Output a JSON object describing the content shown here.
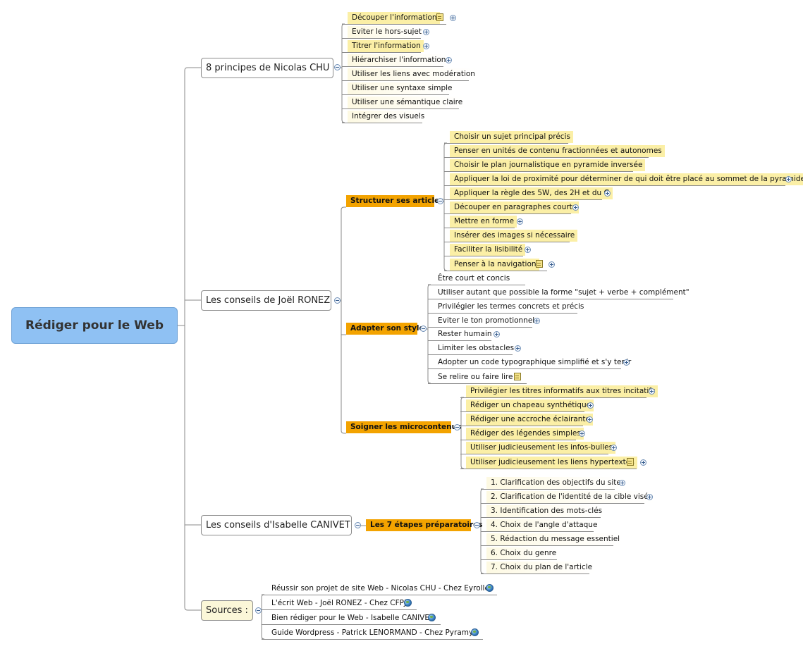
{
  "central": "Rédiger pour le Web",
  "branches": {
    "chu": {
      "label": "8 principes de Nicolas CHU",
      "items": [
        "Découper l'information",
        "Eviter le hors-sujet",
        "Titrer l'information",
        "Hiérarchiser l'information",
        "Utiliser les liens avec modération",
        "Utiliser une syntaxe simple",
        "Utiliser une sémantique claire",
        "Intégrer des visuels"
      ]
    },
    "ronez": {
      "label": "Les conseils de Joël RONEZ",
      "structurer": {
        "label": "Structurer ses articles",
        "items": [
          "Choisir un sujet principal précis",
          "Penser en unités de contenu fractionnées et autonomes",
          "Choisir le plan journalistique en pyramide inversée",
          "Appliquer la loi de proximité pour déterminer de qui doit être placé au sommet de la pyramide",
          "Appliquer la règle des 5W, des 2H et du G",
          "Découper en paragraphes courts",
          "Mettre en forme",
          "Insérer des images si nécessaire",
          "Faciliter la lisibilité",
          "Penser à la navigation"
        ]
      },
      "style": {
        "label": "Adapter son style",
        "items": [
          "Être court et concis",
          "Utiliser autant que possible la forme \"sujet + verbe + complément\"",
          "Privilégier les termes concrets et précis",
          "Eviter le ton promotionnel",
          "Rester humain",
          "Limiter les obstacles",
          "Adopter un code typographique simplifié et s'y tenir",
          "Se relire ou faire lire"
        ]
      },
      "micro": {
        "label": "Soigner les microcontenus",
        "items": [
          "Privilégier les titres informatifs aux titres incitatifs",
          "Rédiger un chapeau synthétique",
          "Rédiger une accroche éclairante",
          "Rédiger des légendes simples",
          "Utiliser judicieusement les infos-bulles",
          "Utiliser judicieusement les liens hypertextes"
        ]
      }
    },
    "canivet": {
      "label": "Les conseils d'Isabelle CANIVET",
      "etapes": {
        "label": "Les 7 étapes préparatoires",
        "items": [
          "1. Clarification des objectifs du site",
          "2. Clarification de l'identité de la cible visée",
          "3. Identification des mots-clés",
          "4. Choix de l'angle d'attaque",
          "5. Rédaction du message essentiel",
          "6. Choix du genre",
          "7. Choix du plan de l'article"
        ]
      }
    },
    "sources": {
      "label": "Sources :",
      "items": [
        "Réussir son projet de site Web - Nicolas CHU - Chez Eyrolles",
        "L'écrit Web - Joël RONEZ - Chez CFPJ",
        "Bien rédiger pour le Web - Isabelle CANIVET",
        "Guide Wordpress - Patrick LENORMAND - Chez Pyramyd"
      ]
    }
  },
  "colors": {
    "central_fill": "#8fc1f3",
    "subtopic_fill": "#f3a300",
    "leaf_fill": "#fbefa6",
    "connector": "#8a8a8a"
  }
}
